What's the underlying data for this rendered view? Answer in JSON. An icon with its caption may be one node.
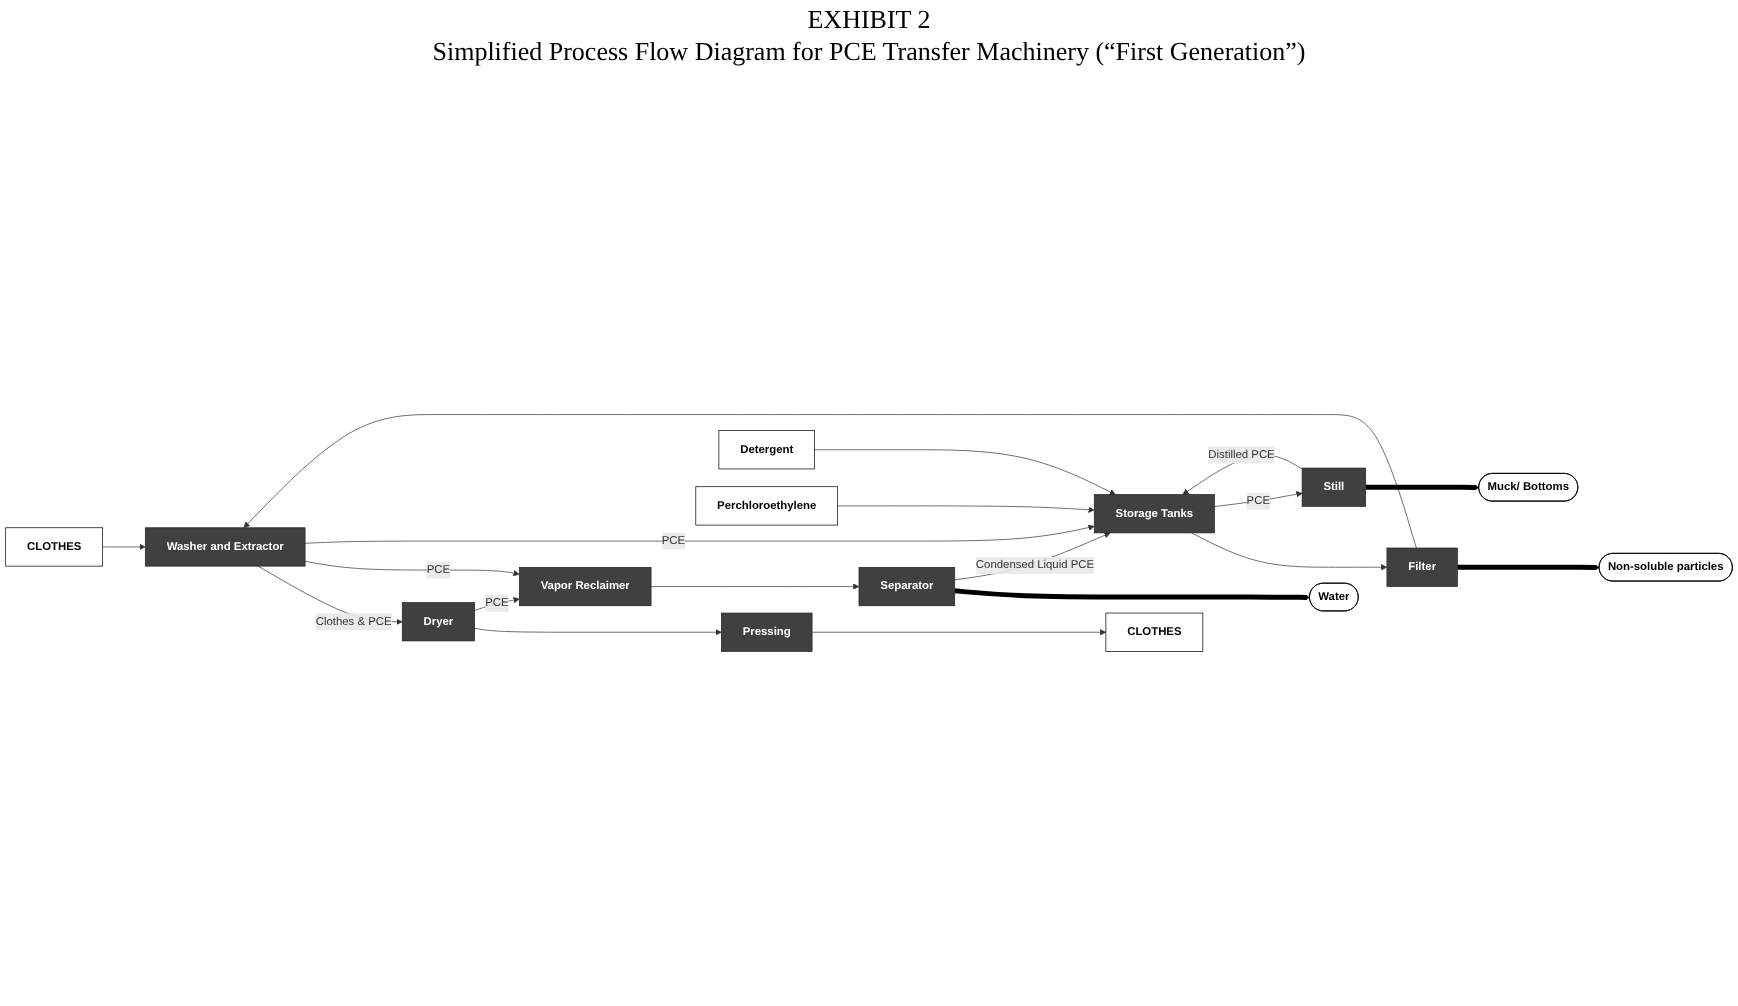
{
  "diagram": {
    "title": "EXHIBIT 2",
    "nodes": [
      {
        "text": [
          "CLOTHES"
        ]
      },
      {
        "text": [
          "Washer and Extractor"
        ]
      },
      {
        "text": [
          "Dryer"
        ]
      },
      {
        "text": [
          "Pressing"
        ]
      },
      {
        "text": [
          "CLOTHES"
        ]
      },
      {
        "text": [
          "Non-soluble particles"
        ]
      },
      {
        "text": [
          "Filter"
        ]
      },
      {
        "text": [
          "Vapor Reclaimer"
        ]
      },
      {
        "text": [
          "Separator"
        ]
      },
      {
        "text": [
          "Water"
        ]
      },
      {
        "text": [
          "Detergent"
        ]
      },
      {
        "text": [
          "Storage Tanks"
        ]
      },
      {
        "text": [
          "Perchloroethylene"
        ]
      },
      {
        "text": [
          "Still"
        ]
      },
      {
        "text": [
          "Muck/ Bottoms"
        ]
      }
    ],
    "edges": [
      {
        "from": 0,
        "to": 1,
        "arrow": "to"
      },
      {
        "from": 1,
        "to": 2,
        "arrow": "to",
        "label": "Clothes & PCE"
      },
      {
        "from": 2,
        "to": 3,
        "arrow": "to"
      },
      {
        "from": 3,
        "to": 4,
        "arrow": "to"
      },
      {
        "from": 1,
        "to": 7,
        "arrow": "to",
        "label": "PCE"
      },
      {
        "from": 2,
        "to": 7,
        "arrow": "to",
        "label": "PCE"
      },
      {
        "from": 1,
        "to": 11,
        "arrow": "to",
        "label": "PCE"
      },
      {
        "from": 6,
        "to": 1,
        "arrow": "to"
      },
      {
        "from": 11,
        "to": 6,
        "arrow": "to"
      },
      {
        "from": 6,
        "to": 5,
        "arrow": "to",
        "style": "thick"
      },
      {
        "from": 7,
        "to": 8,
        "arrow": "to"
      },
      {
        "from": 8,
        "to": 9,
        "arrow": "to",
        "style": "thick"
      },
      {
        "from": 8,
        "to": 11,
        "arrow": "to",
        "label": "Condensed Liquid PCE"
      },
      {
        "from": 10,
        "to": 11,
        "arrow": "to"
      },
      {
        "from": 12,
        "to": 11,
        "arrow": "to"
      },
      {
        "from": 13,
        "to": 11,
        "arrow": "to",
        "label": "Distilled PCE"
      },
      {
        "from": 11,
        "to": 13,
        "arrow": "to",
        "label": "PCE"
      },
      {
        "from": 13,
        "to": 14,
        "arrow": "to",
        "style": "thick"
      }
    ],
    "labels": [
      "Simplified Process Flow Diagram for PCE Transfer Machinery (“First Generation”)"
    ]
  }
}
